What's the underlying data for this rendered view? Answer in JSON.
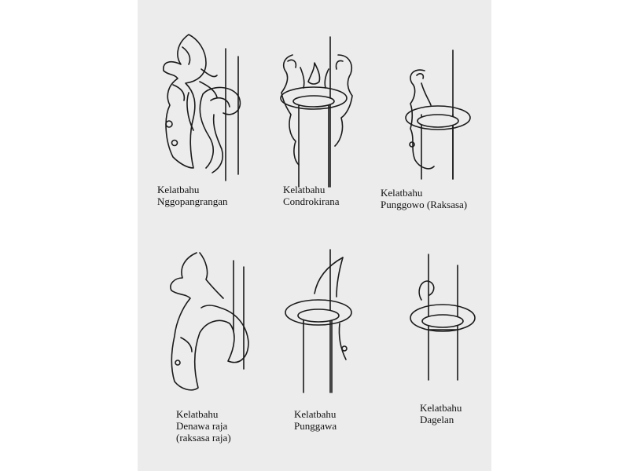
{
  "items": [
    {
      "lines": [
        "Kelatbahu",
        "Nggopangrangan"
      ]
    },
    {
      "lines": [
        "Kelatbahu",
        "Condrokirana"
      ]
    },
    {
      "lines": [
        "Kelatbahu",
        "Punggowo (Raksasa)"
      ]
    },
    {
      "lines": [
        "Kelatbahu",
        "Denawa raja",
        "(raksasa raja)"
      ]
    },
    {
      "lines": [
        "Kelatbahu",
        "Punggawa"
      ]
    },
    {
      "lines": [
        "Kelatbahu",
        "Dagelan"
      ]
    }
  ]
}
